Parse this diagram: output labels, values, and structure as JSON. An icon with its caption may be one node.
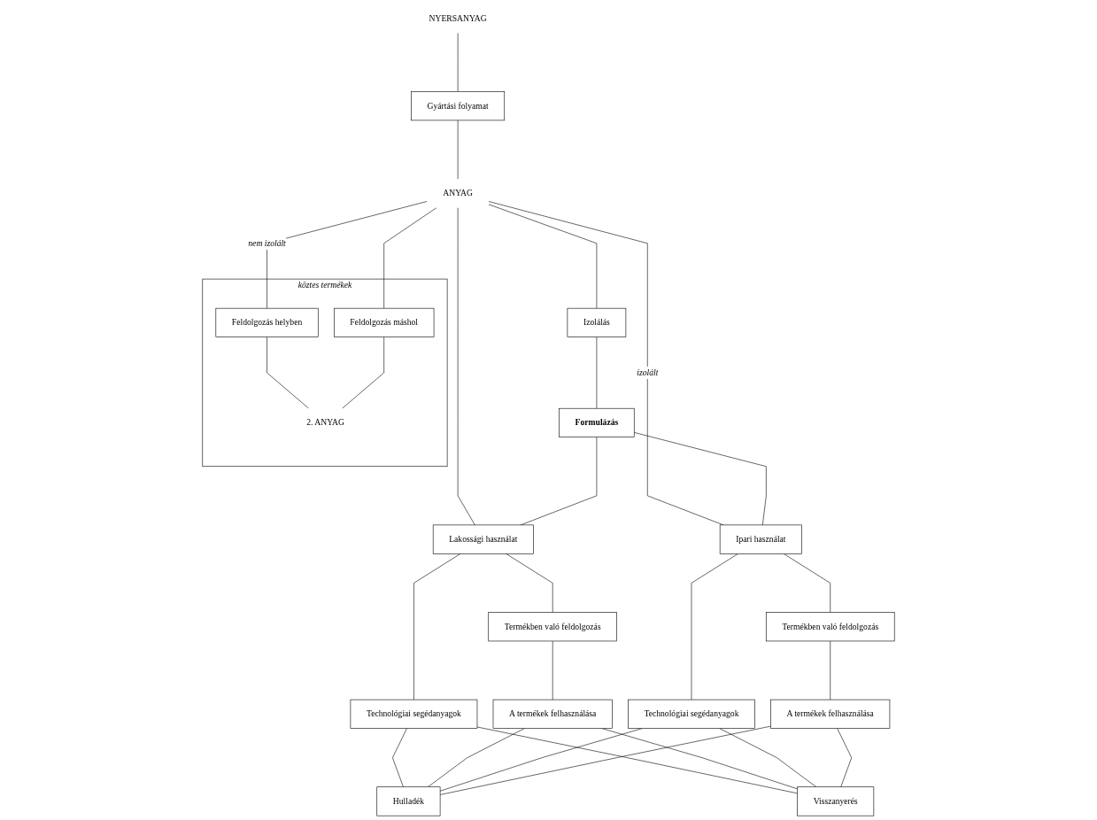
{
  "diagram": {
    "nodes": [
      {
        "text": [
          "NYERSANYAG"
        ]
      },
      {
        "text": [
          "Gyártási folyamat"
        ]
      },
      {
        "text": [
          "köztes termékek"
        ]
      },
      {
        "text": [
          "ANYAG"
        ]
      },
      {
        "text": [
          "Feldolgozás máshol"
        ],
        "in": 2
      },
      {
        "text": [
          "Izolálás"
        ]
      },
      {
        "text": [
          "Feldolgozás helyben"
        ],
        "in": 2
      },
      {
        "text": [
          "Formulázás"
        ]
      },
      {
        "text": [
          "2. ANYAG"
        ],
        "in": 2
      },
      {
        "text": [
          "Lakossági használat"
        ]
      },
      {
        "text": [
          "Ipari használat"
        ]
      },
      {
        "text": [
          "Technológiai segédanyagok"
        ]
      },
      {
        "text": [
          "Termékben való feldolgozás"
        ]
      },
      {
        "text": [
          "Technológiai segédanyagok"
        ]
      },
      {
        "text": [
          "Termékben való feldolgozás"
        ]
      },
      {
        "text": [
          "A termékek felhasználása"
        ]
      },
      {
        "text": [
          "A termékek felhasználása"
        ]
      },
      {
        "text": [
          "Hulladék"
        ]
      },
      {
        "text": [
          "Visszanyerés"
        ]
      }
    ],
    "edges": [
      {
        "from": 0,
        "to": 1,
        "arrow": "none"
      },
      {
        "from": 1,
        "to": 3,
        "arrow": "none"
      },
      {
        "from": 3,
        "to": 5,
        "arrow": "none"
      },
      {
        "from": 3,
        "to": 6,
        "arrow": "none",
        "label": "nem izolált"
      },
      {
        "from": 3,
        "to": 4,
        "arrow": "none"
      },
      {
        "from": 6,
        "to": 8,
        "arrow": "none"
      },
      {
        "from": 4,
        "to": 8,
        "arrow": "none"
      },
      {
        "from": 5,
        "to": 7,
        "arrow": "none"
      },
      {
        "from": 3,
        "to": 10,
        "arrow": "none",
        "label": "izolált"
      },
      {
        "from": 3,
        "to": 9,
        "arrow": "none"
      },
      {
        "from": 7,
        "to": 9,
        "arrow": "none"
      },
      {
        "from": 7,
        "to": 10,
        "arrow": "none"
      },
      {
        "from": 9,
        "to": 11,
        "arrow": "none"
      },
      {
        "from": 9,
        "to": 12,
        "arrow": "none"
      },
      {
        "from": 10,
        "to": 13,
        "arrow": "none"
      },
      {
        "from": 10,
        "to": 14,
        "arrow": "none"
      },
      {
        "from": 12,
        "to": 15,
        "arrow": "none"
      },
      {
        "from": 14,
        "to": 16,
        "arrow": "none"
      },
      {
        "from": 11,
        "to": 17,
        "arrow": "none"
      },
      {
        "from": 15,
        "to": 17,
        "arrow": "none"
      },
      {
        "from": 13,
        "to": 17,
        "arrow": "none"
      },
      {
        "from": 16,
        "to": 17,
        "arrow": "none"
      },
      {
        "from": 11,
        "to": 18,
        "arrow": "none"
      },
      {
        "from": 15,
        "to": 18,
        "arrow": "none"
      },
      {
        "from": 13,
        "to": 18,
        "arrow": "none"
      },
      {
        "from": 16,
        "to": 18,
        "arrow": "none"
      }
    ]
  }
}
